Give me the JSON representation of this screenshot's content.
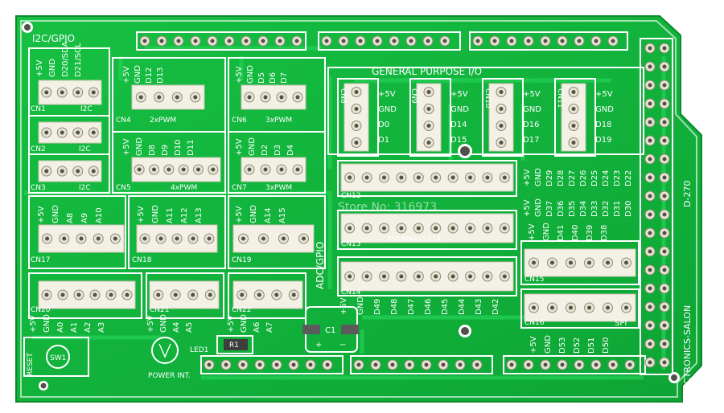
{
  "board": {
    "colors": {
      "pcb": "#10b43c",
      "pcb_dark": "#0a8f2c",
      "trace": "#16c447",
      "silk": "#ffffff",
      "pad": "#e9e4d2",
      "background": "#ffffff"
    },
    "title": "GENERAL PURPOSE I/O",
    "model": "D-270",
    "maker": "ELECTRONICS-SALON",
    "watermark": "Store No: 316973",
    "part_code": "05334A-Y112-14",
    "adc_label": "ADC/GPIO",
    "i2c_label": "I2C/GPIO",
    "power_label": "POWER INT.",
    "reset_label": "RESET",
    "sw_label": "SW1",
    "led_label": "LED1",
    "r_label": "R1",
    "c_label": "C1",
    "spi_label": "SPI"
  },
  "connectors": {
    "cn1": {
      "name": "CN1",
      "tag": "I2C",
      "pins": [
        "+5V",
        "GND",
        "D20/SDA",
        "D21/SCL"
      ]
    },
    "cn2": {
      "name": "CN2",
      "tag": "I2C"
    },
    "cn3": {
      "name": "CN3",
      "tag": "I2C"
    },
    "cn4": {
      "name": "CN4",
      "tag": "2xPWM",
      "pins": [
        "+5V",
        "GND",
        "D12",
        "D13"
      ]
    },
    "cn5": {
      "name": "CN5",
      "tag": "4xPWM",
      "pins": [
        "+5V",
        "GND",
        "D8",
        "D9",
        "D10",
        "D11"
      ]
    },
    "cn6": {
      "name": "CN6",
      "tag": "3xPWM",
      "pins": [
        "+5V",
        "GND",
        "D5",
        "D6",
        "D7"
      ]
    },
    "cn7": {
      "name": "CN7",
      "tag": "3xPWM",
      "pins": [
        "+5V",
        "GND",
        "D2",
        "D3",
        "D4"
      ]
    },
    "cn8": {
      "name": "CN8",
      "pins": [
        "+5V",
        "GND",
        "D0",
        "D1"
      ]
    },
    "cn9": {
      "name": "CN9",
      "pins": [
        "+5V",
        "GND",
        "D14",
        "D15"
      ]
    },
    "cn10": {
      "name": "CN10",
      "pins": [
        "+5V",
        "GND",
        "D16",
        "D17"
      ]
    },
    "cn11": {
      "name": "CN11",
      "pins": [
        "+5V",
        "GND",
        "D18",
        "D19"
      ]
    },
    "cn12": {
      "name": "CN12",
      "pins": [
        "+5V",
        "GND",
        "D29",
        "D28",
        "D27",
        "D26",
        "D25",
        "D24",
        "D23",
        "D22"
      ]
    },
    "cn13": {
      "name": "CN13",
      "pins": [
        "+5V",
        "GND",
        "D37",
        "D36",
        "D35",
        "D34",
        "D33",
        "D32",
        "D31",
        "D30"
      ]
    },
    "cn14": {
      "name": "CN14",
      "pins": [
        "+5V",
        "GND",
        "D49",
        "D48",
        "D47",
        "D46",
        "D45",
        "D44",
        "D43",
        "D42"
      ]
    },
    "cn15": {
      "name": "CN15",
      "pins": [
        "+5V",
        "GND",
        "D41",
        "D40",
        "D39",
        "D38"
      ]
    },
    "cn16": {
      "name": "CN16",
      "pins": [
        "+5V",
        "GND",
        "D53",
        "D52",
        "D51",
        "D50"
      ]
    },
    "cn17": {
      "name": "CN17",
      "pins": [
        "+5V",
        "GND",
        "A8",
        "A9",
        "A10"
      ]
    },
    "cn18": {
      "name": "CN18",
      "pins": [
        "+5V",
        "GND",
        "A11",
        "A12",
        "A13"
      ]
    },
    "cn19": {
      "name": "CN19",
      "pins": [
        "+5V",
        "GND",
        "A14",
        "A15"
      ]
    },
    "cn20": {
      "name": "CN20",
      "pins": [
        "+5V",
        "GND",
        "A0",
        "A1",
        "A2",
        "A3"
      ]
    },
    "cn21": {
      "name": "CN21",
      "pins": [
        "+5V",
        "GND",
        "A4",
        "A5"
      ]
    },
    "cn22": {
      "name": "CN22",
      "pins": [
        "+5V",
        "GND",
        "A6",
        "A7"
      ]
    }
  },
  "cap": {
    "plus": "+",
    "minus": "−"
  }
}
